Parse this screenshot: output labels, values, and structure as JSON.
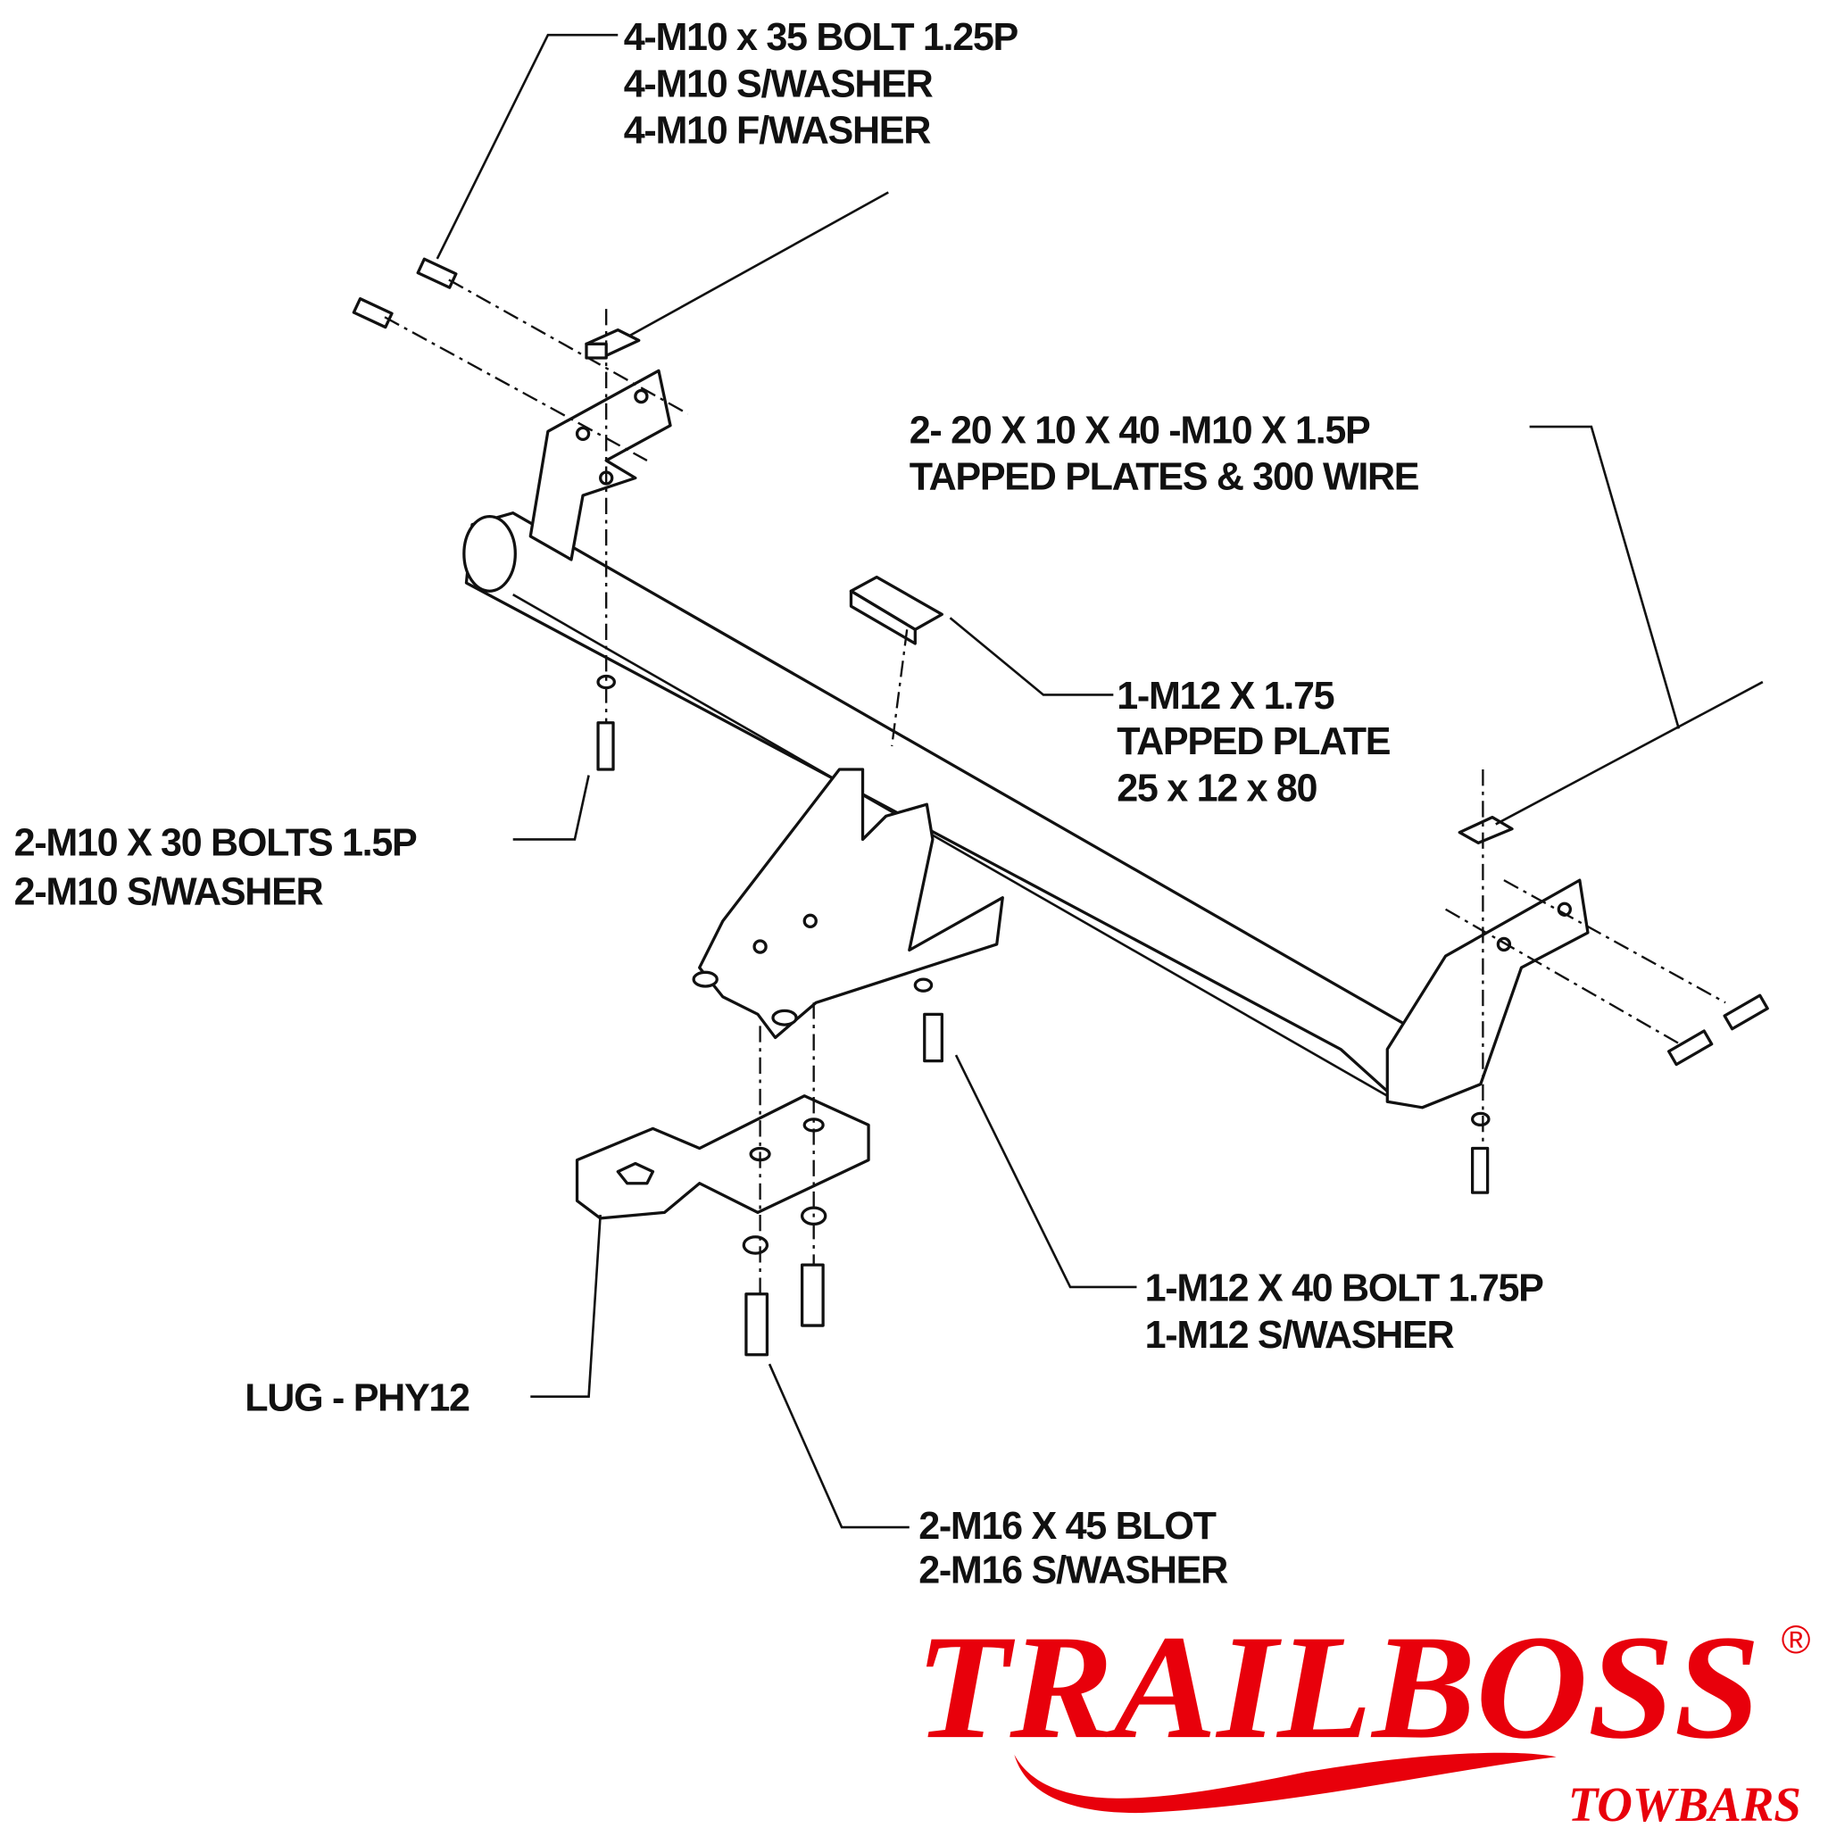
{
  "labels": {
    "top_bolts": [
      "4-M10 x 35 BOLT 1.25P",
      "4-M10 S/WASHER",
      "4-M10 F/WASHER"
    ],
    "tapped_plates": [
      "2- 20 X 10 X 40 -M10 X 1.5P",
      "TAPPED PLATES & 300 WIRE"
    ],
    "center_plate": [
      "1-M12 X 1.75",
      "TAPPED PLATE",
      "25 x 12 x 80"
    ],
    "side_bolts": [
      "2-M10 X 30 BOLTS 1.5P",
      "2-M10 S/WASHER"
    ],
    "m12_bolt": [
      "1-M12 X 40 BOLT 1.75P",
      "1-M12 S/WASHER"
    ],
    "lug": "LUG - PHY12",
    "m16_bolts": [
      "2-M16 X 45 BLOT",
      "2-M16 S/WASHER"
    ]
  },
  "logo": {
    "brand": "TRAILBOSS",
    "sub": "TOWBARS",
    "registered": "®",
    "color": "#e8000b"
  }
}
